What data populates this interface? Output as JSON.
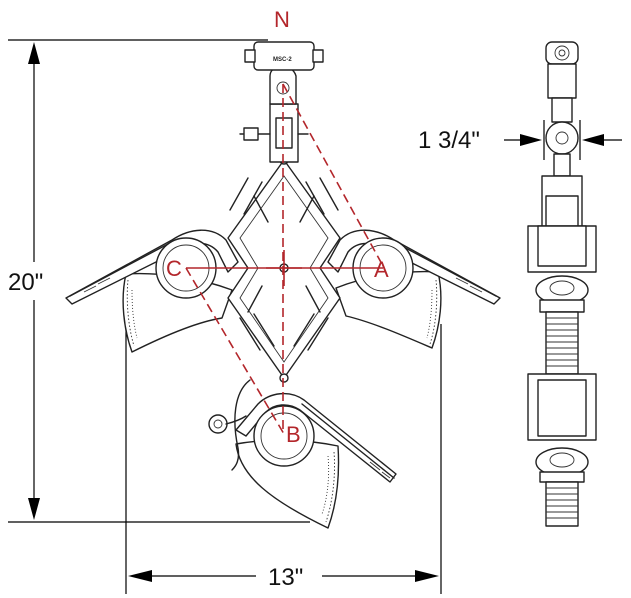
{
  "point_labels": {
    "n": "N",
    "a": "A",
    "b": "B",
    "c": "C"
  },
  "dimensions": {
    "height": "20\"",
    "width": "13\"",
    "thickness": "1 3/4\""
  },
  "part_marking": "MSC-2",
  "colors": {
    "geometry_lines": "#b3262b",
    "ink": "#222222"
  }
}
